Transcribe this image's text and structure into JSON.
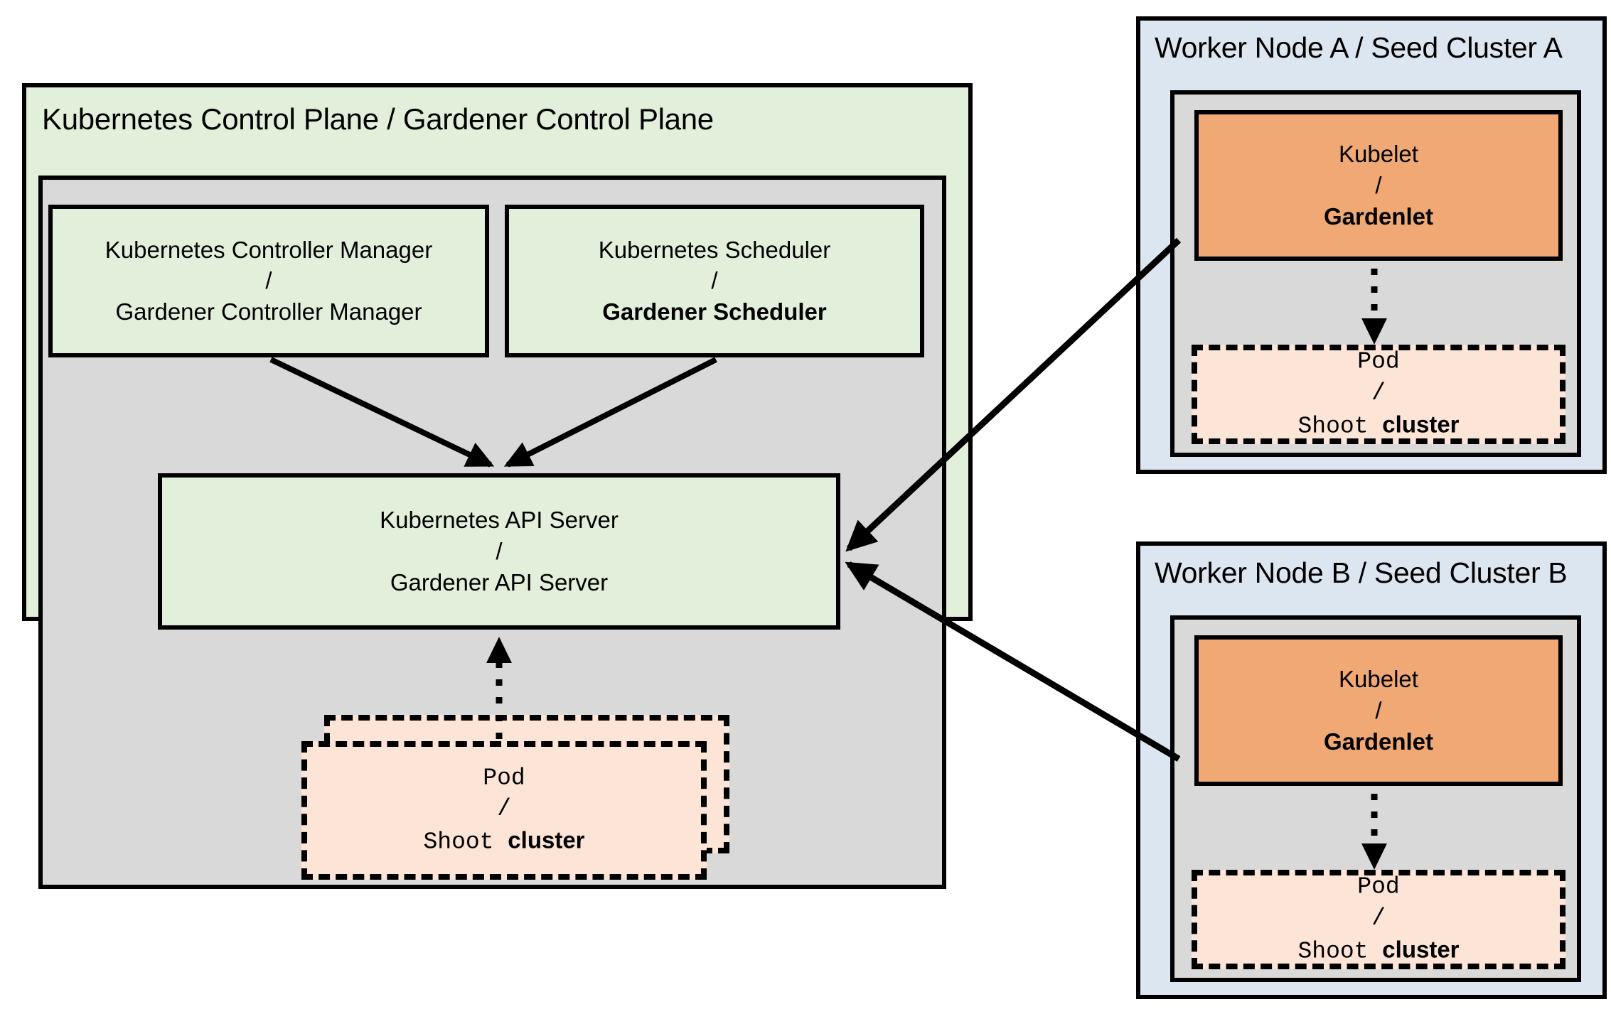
{
  "diagram": {
    "title_control_plane": "Kubernetes Control Plane / Gardener Control Plane",
    "colors": {
      "control_plane_green": "#E2EFDA",
      "inner_gray": "#D9D9D9",
      "worker_blue": "#DCE6F1",
      "kubelet_orange": "#F0A875",
      "pod_peach": "#FCE4D6",
      "stroke": "#000000"
    }
  },
  "control_plane": {
    "title": "Kubernetes Control Plane / Gardener Control Plane",
    "controller_manager": {
      "line1": "Kubernetes Controller Manager",
      "sep": "/",
      "line2": "Gardener Controller Manager"
    },
    "scheduler": {
      "line1": "Kubernetes Scheduler",
      "sep": "/",
      "line2": "Gardener Scheduler"
    },
    "api_server": {
      "line1": "Kubernetes API Server",
      "sep": "/",
      "line2": "Gardener API Server"
    },
    "pod": {
      "line1": "Pod",
      "sep": "/",
      "line2_mono": "Shoot ",
      "line2_bold": "cluster"
    }
  },
  "worker_a": {
    "title": "Worker Node A / Seed Cluster A",
    "kubelet": {
      "line1": "Kubelet",
      "sep": "/",
      "line2": "Gardenlet"
    },
    "pod": {
      "line1": "Pod",
      "sep": "/",
      "line2_mono": "Shoot ",
      "line2_bold": "cluster"
    }
  },
  "worker_b": {
    "title": "Worker Node B / Seed Cluster B",
    "kubelet": {
      "line1": "Kubelet",
      "sep": "/",
      "line2": "Gardenlet"
    },
    "pod": {
      "line1": "Pod",
      "sep": "/",
      "line2_mono": "Shoot ",
      "line2_bold": "cluster"
    }
  }
}
